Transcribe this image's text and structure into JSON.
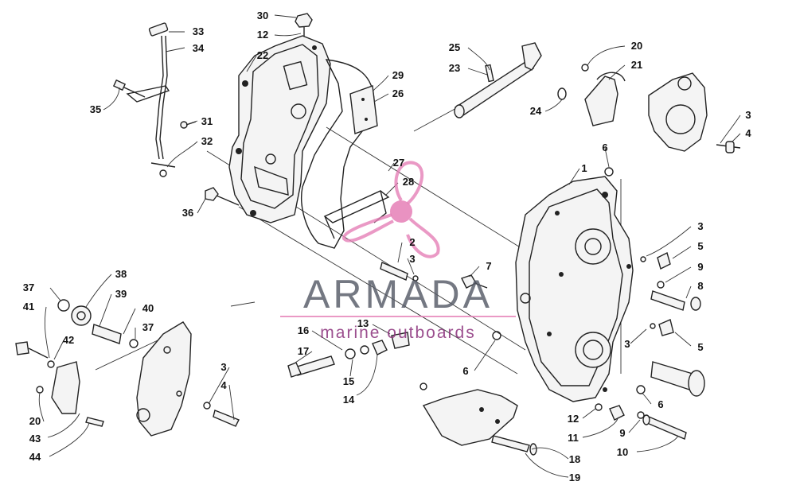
{
  "brand": {
    "name": "ARMADA",
    "tagline": "marine outboards",
    "logo_color": "#e57fb6",
    "text_color": "#555a66",
    "tagline_color": "#8a2f7a"
  },
  "callouts": [
    {
      "id": "c30a",
      "label": "30"
    },
    {
      "id": "c12a",
      "label": "12"
    },
    {
      "id": "c33",
      "label": "33"
    },
    {
      "id": "c34",
      "label": "34"
    },
    {
      "id": "c22",
      "label": "22"
    },
    {
      "id": "c35",
      "label": "35"
    },
    {
      "id": "c31",
      "label": "31"
    },
    {
      "id": "c32",
      "label": "32"
    },
    {
      "id": "c25",
      "label": "25"
    },
    {
      "id": "c23",
      "label": "23"
    },
    {
      "id": "c24",
      "label": "24"
    },
    {
      "id": "c29",
      "label": "29"
    },
    {
      "id": "c26",
      "label": "26"
    },
    {
      "id": "c20a",
      "label": "20"
    },
    {
      "id": "c21",
      "label": "21"
    },
    {
      "id": "c3a",
      "label": "3"
    },
    {
      "id": "c4a",
      "label": "4"
    },
    {
      "id": "c6a",
      "label": "6"
    },
    {
      "id": "c1",
      "label": "1"
    },
    {
      "id": "c27",
      "label": "27"
    },
    {
      "id": "c28",
      "label": "28"
    },
    {
      "id": "c36",
      "label": "36"
    },
    {
      "id": "c3b",
      "label": "3"
    },
    {
      "id": "c5a",
      "label": "5"
    },
    {
      "id": "c9a",
      "label": "9"
    },
    {
      "id": "c8",
      "label": "8"
    },
    {
      "id": "c2",
      "label": "2"
    },
    {
      "id": "c3c",
      "label": "3"
    },
    {
      "id": "c7",
      "label": "7"
    },
    {
      "id": "c38",
      "label": "38"
    },
    {
      "id": "c39",
      "label": "39"
    },
    {
      "id": "c37a",
      "label": "37"
    },
    {
      "id": "c41",
      "label": "41"
    },
    {
      "id": "c40",
      "label": "40"
    },
    {
      "id": "c37b",
      "label": "37"
    },
    {
      "id": "c42",
      "label": "42"
    },
    {
      "id": "c13",
      "label": "13"
    },
    {
      "id": "c16",
      "label": "16"
    },
    {
      "id": "c17",
      "label": "17"
    },
    {
      "id": "c15",
      "label": "15"
    },
    {
      "id": "c14",
      "label": "14"
    },
    {
      "id": "c3d",
      "label": "3"
    },
    {
      "id": "c5b",
      "label": "5"
    },
    {
      "id": "c3e",
      "label": "3"
    },
    {
      "id": "c4b",
      "label": "4"
    },
    {
      "id": "c6b",
      "label": "6"
    },
    {
      "id": "c6c",
      "label": "6"
    },
    {
      "id": "c20b",
      "label": "20"
    },
    {
      "id": "c43",
      "label": "43"
    },
    {
      "id": "c44",
      "label": "44"
    },
    {
      "id": "c12b",
      "label": "12"
    },
    {
      "id": "c11",
      "label": "11"
    },
    {
      "id": "c9b",
      "label": "9"
    },
    {
      "id": "c10",
      "label": "10"
    },
    {
      "id": "c18",
      "label": "18"
    },
    {
      "id": "c19",
      "label": "19"
    }
  ]
}
